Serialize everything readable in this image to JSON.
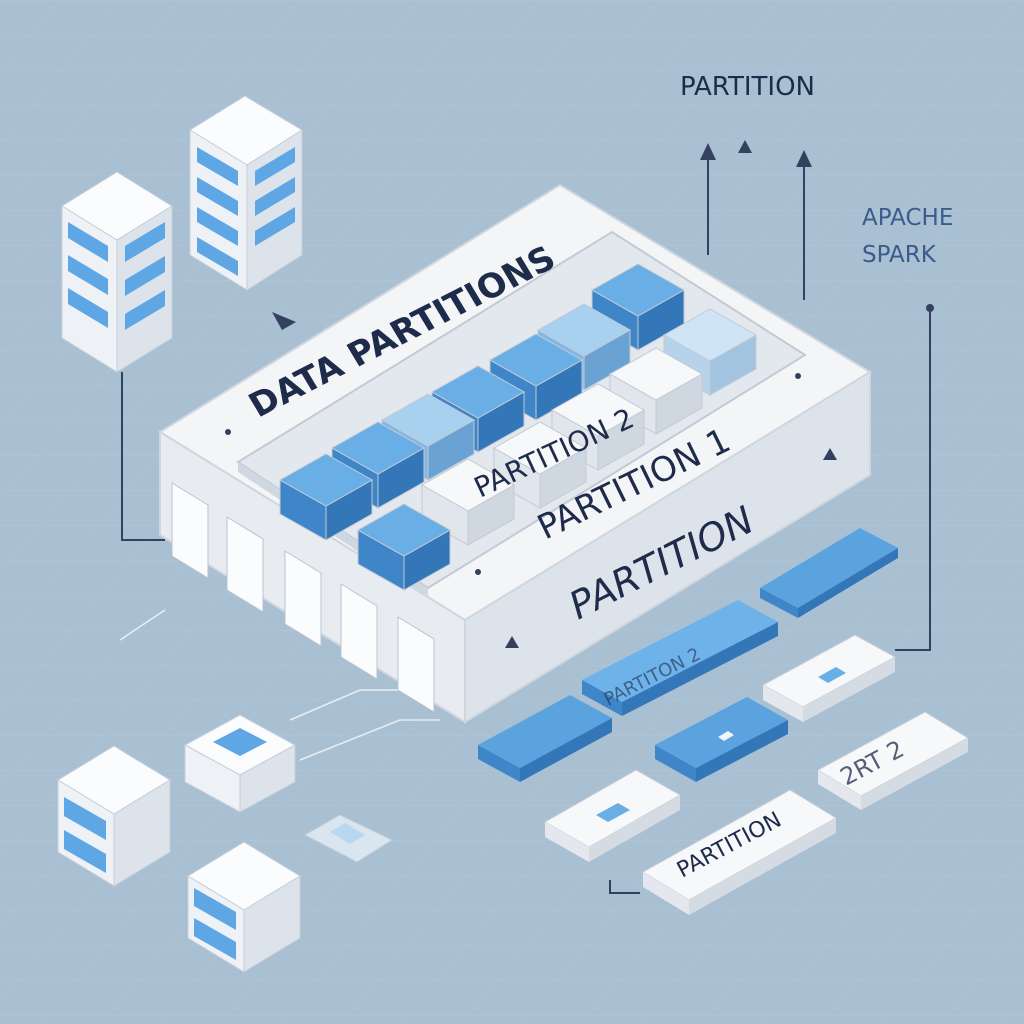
{
  "diagram": {
    "title": "DATA PARTITIONS",
    "labels": {
      "top_right": "PARTITION",
      "apache_line1": "APACHE",
      "apache_line2": "SPARK",
      "partition_2_side": "PARTITION 2",
      "partition_1_front": "PARTITION 1",
      "partition_front_large": "PARTITION",
      "tile_partion": "PARTITON 2",
      "tile_partition": "PARTITION",
      "tile_2rt2": "2RT 2"
    },
    "colors": {
      "background": "#a9bfd2",
      "box_white": "#f4f5f7",
      "box_side": "#d7dde4",
      "accent_blue": "#6aaee6",
      "accent_blue_dark": "#3f86c9",
      "accent_light": "#a8d0ef",
      "text": "#1f2b4a"
    }
  }
}
